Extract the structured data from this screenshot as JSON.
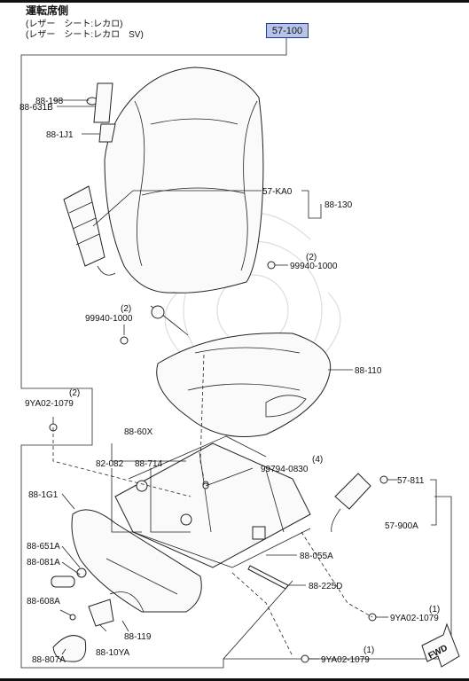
{
  "header": {
    "title": "運転席側",
    "line1": "(レザー　シート:レカロ)",
    "line2": "(レザー　シート:レカロ　SV)"
  },
  "assembly_label": "57-100",
  "callouts": {
    "c_88_198": "88-198",
    "c_88_631B": "88-631B",
    "c_88_1J1": "88-1J1",
    "c_57_KA0": "57-KA0",
    "c_88_130": "88-130",
    "c_qty_right": "(2)",
    "c_99940_right": "99940-1000",
    "c_qty_left": "(2)",
    "c_99940_left": "99940-1000",
    "c_88_110": "88-110",
    "c_qty_9ya_top": "(2)",
    "c_9ya_top": "9YA02-1079",
    "c_88_60X": "88-60X",
    "c_82_082": "82-082",
    "c_88_714": "88-714",
    "c_qty_99794": "(4)",
    "c_99794": "99794-0830",
    "c_57_811": "57-811",
    "c_57_900A": "57-900A",
    "c_88_1G1": "88-1G1",
    "c_88_651A": "88-651A",
    "c_88_081A": "88-081A",
    "c_88_055A": "88-055A",
    "c_88_225D": "88-225D",
    "c_88_608A": "88-608A",
    "c_88_10YA": "88-10YA",
    "c_88_119": "88-119",
    "c_88_807A": "88-807A",
    "c_qty_9ya_r": "(1)",
    "c_9ya_r": "9YA02-1079",
    "c_qty_9ya_b": "(1)",
    "c_9ya_b": "9YA02-1079",
    "fwd": "FWD"
  }
}
